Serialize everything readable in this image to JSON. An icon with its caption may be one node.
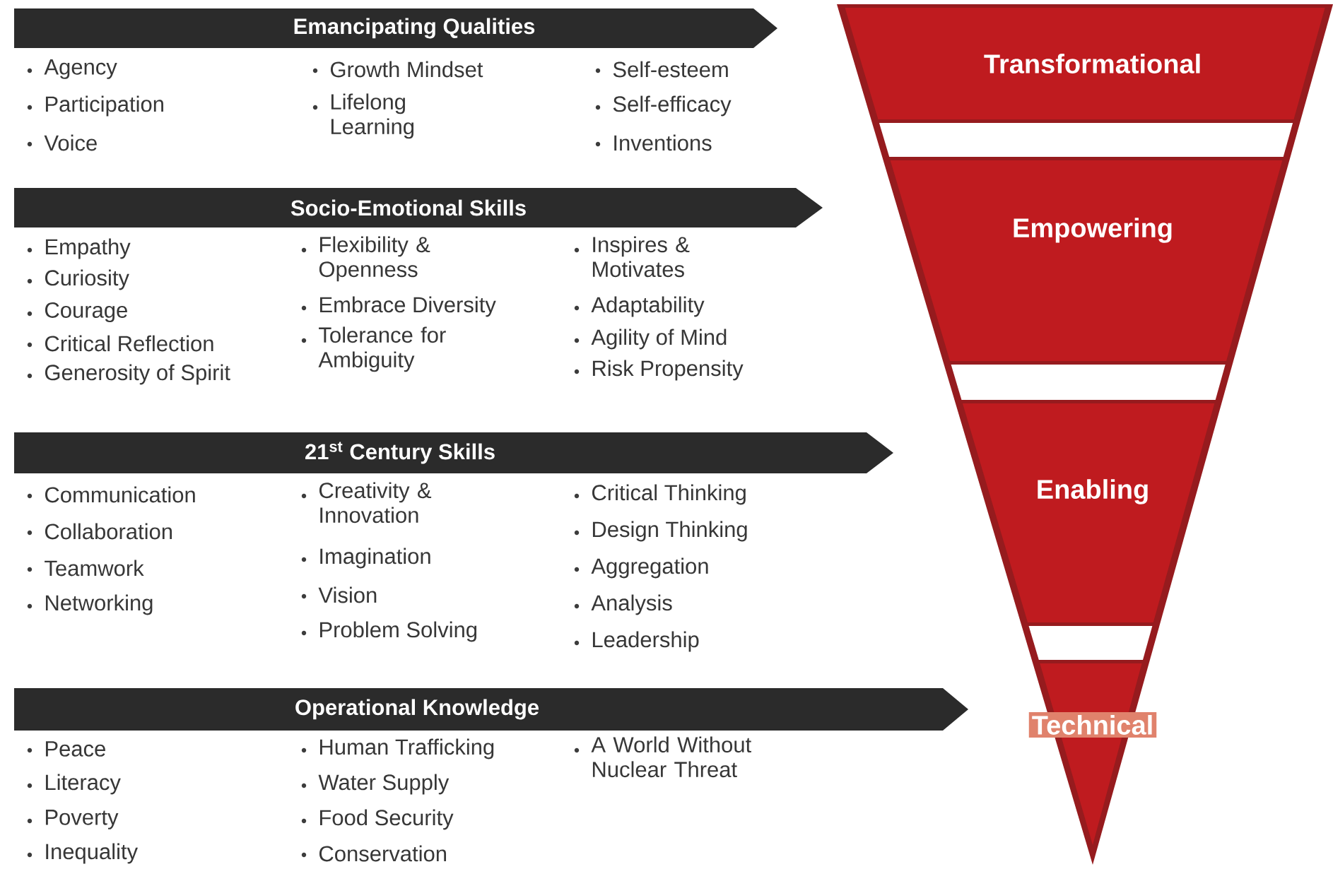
{
  "diagram": {
    "nodes": [
      {
        "text": [
          "Emancipating Qualities"
        ],
        "beside": [
          "Agency",
          "Participation",
          "Voice",
          "Growth Mindset",
          "Lifelong Learning",
          "Self-esteem",
          "Self-efficacy",
          "Inventions"
        ]
      },
      {
        "text": [
          "Transformational"
        ]
      },
      {
        "text": [
          "Socio-Emotional Skills"
        ],
        "beside": [
          "Empathy",
          "Curiosity",
          "Courage",
          "Critical Reflection",
          "Generosity of Spirit",
          "Flexibility & Openness",
          "Embrace Diversity",
          "Tolerance for Ambiguity",
          "Inspires & Motivates",
          "Adaptability",
          "Agility of Mind",
          "Risk Propensity"
        ]
      },
      {
        "text": [
          "Empowering"
        ]
      },
      {
        "text": [
          "21$^{st}$ Century Skills"
        ],
        "beside": [
          "Communication",
          "Collaboration",
          "Teamwork",
          "Networking",
          "Creativity & Innovation",
          "Imagination",
          "Vision",
          "Problem Solving",
          "Critical Thinking",
          "Design Thinking",
          "Aggregation",
          "Analysis",
          "Leadership"
        ]
      },
      {
        "text": [
          "Enabling"
        ]
      },
      {
        "text": [
          "Operational Knowledge"
        ],
        "beside": [
          "Peace",
          "Literacy",
          "Poverty",
          "Inequality",
          "Human Trafficking",
          "Water Supply",
          "Food Security",
          "Conservation",
          "A World Without Nuclear Threat"
        ]
      },
      {
        "text": [
          "Technical"
        ]
      }
    ]
  }
}
